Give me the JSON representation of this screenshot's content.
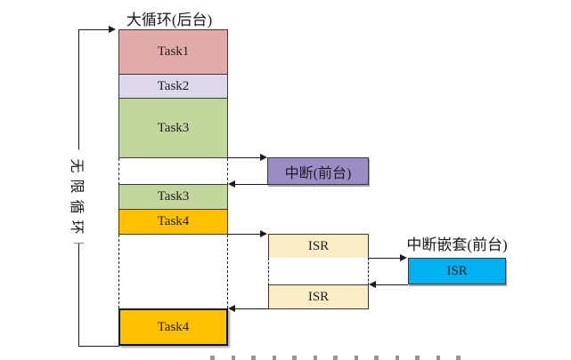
{
  "diagram": {
    "title": "大循环(后台)",
    "loop_label": "无限循环",
    "background_tasks": [
      {
        "label": "Task1",
        "color": "#E2ABA9"
      },
      {
        "label": "Task2",
        "color": "#DCD7E9"
      },
      {
        "label": "Task3",
        "color": "#C3D69E"
      },
      {
        "label": "Task3",
        "color": "#C3D69E"
      },
      {
        "label": "Task4",
        "color": "#FFC000"
      },
      {
        "label": "Task4",
        "color": "#FFC000"
      }
    ],
    "interrupt": {
      "label": "中断(前台)",
      "color": "#9A8CC4"
    },
    "isr_sequence": [
      {
        "label": "ISR",
        "color": "#FAECC5"
      },
      {
        "label": "ISR",
        "color": "#FAECC5"
      }
    ],
    "nested_interrupt": {
      "title": "中断嵌套(前台)",
      "isr": {
        "label": "ISR",
        "color": "#00B0F0"
      }
    },
    "line_color": "#1a1a1a"
  }
}
